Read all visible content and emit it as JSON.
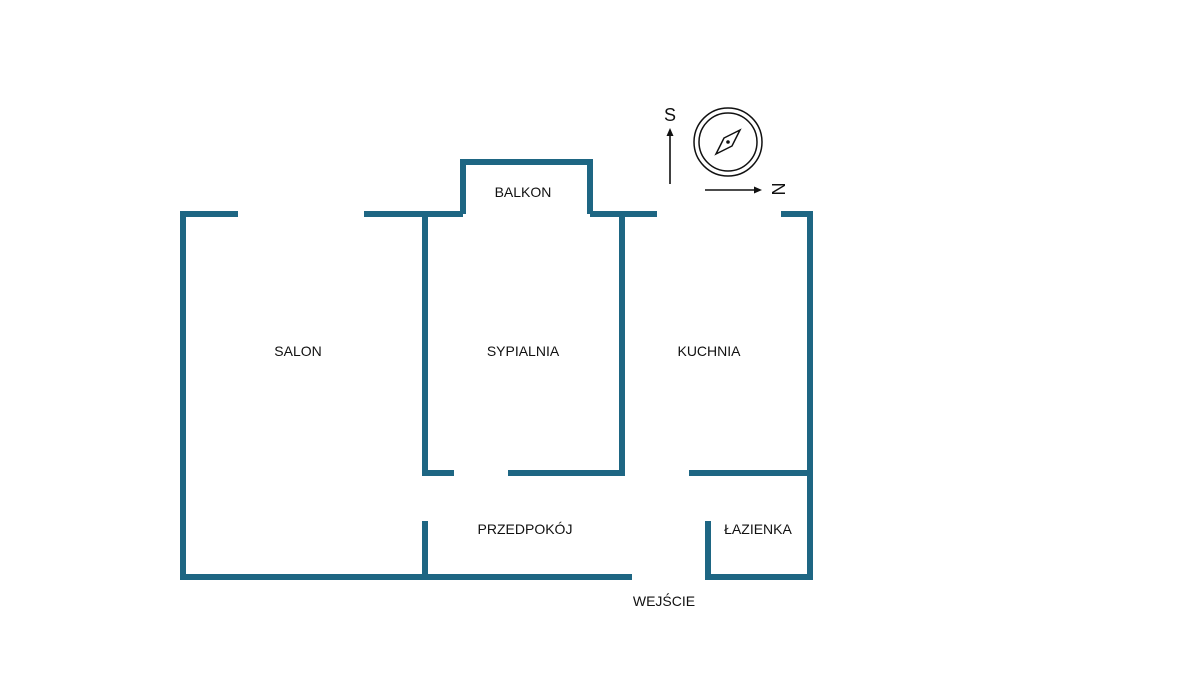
{
  "colors": {
    "wall": "#1e6683",
    "text": "#111111",
    "compass": "#111111",
    "background": "#ffffff"
  },
  "rooms": {
    "balcony": "BALKON",
    "living_room": "SALON",
    "bedroom": "SYPIALNIA",
    "kitchen": "KUCHNIA",
    "hallway": "PRZEDPOKÓJ",
    "bathroom": "ŁAZIENKA",
    "entrance": "WEJŚCIE"
  },
  "compass": {
    "up_label": "S",
    "right_label": "N",
    "icon": "compass-icon"
  }
}
